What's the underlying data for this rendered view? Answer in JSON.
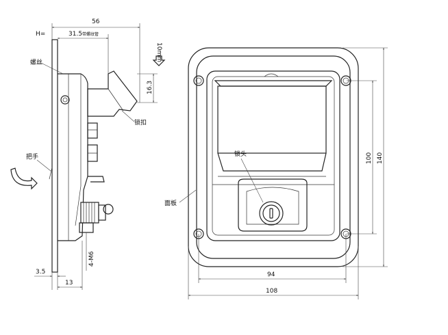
{
  "side_view": {
    "dim_overall": "56",
    "dim_h_label": "H=",
    "dim_h_value": "31.5",
    "dim_h_note": "带螺纹管",
    "dim_stroke": "10mm",
    "dim_hook": "16.3",
    "dim_plate": "3.5",
    "dim_depth": "13",
    "dim_screw": "4-M6",
    "label_screw": "螺丝",
    "label_catch": "锁扣",
    "label_handle": "把手"
  },
  "front_view": {
    "label_cylinder": "锁头",
    "label_panel": "面板",
    "dim_inner_height": "100",
    "dim_outer_height": "140",
    "dim_inner_width": "94",
    "dim_outer_width": "108"
  }
}
